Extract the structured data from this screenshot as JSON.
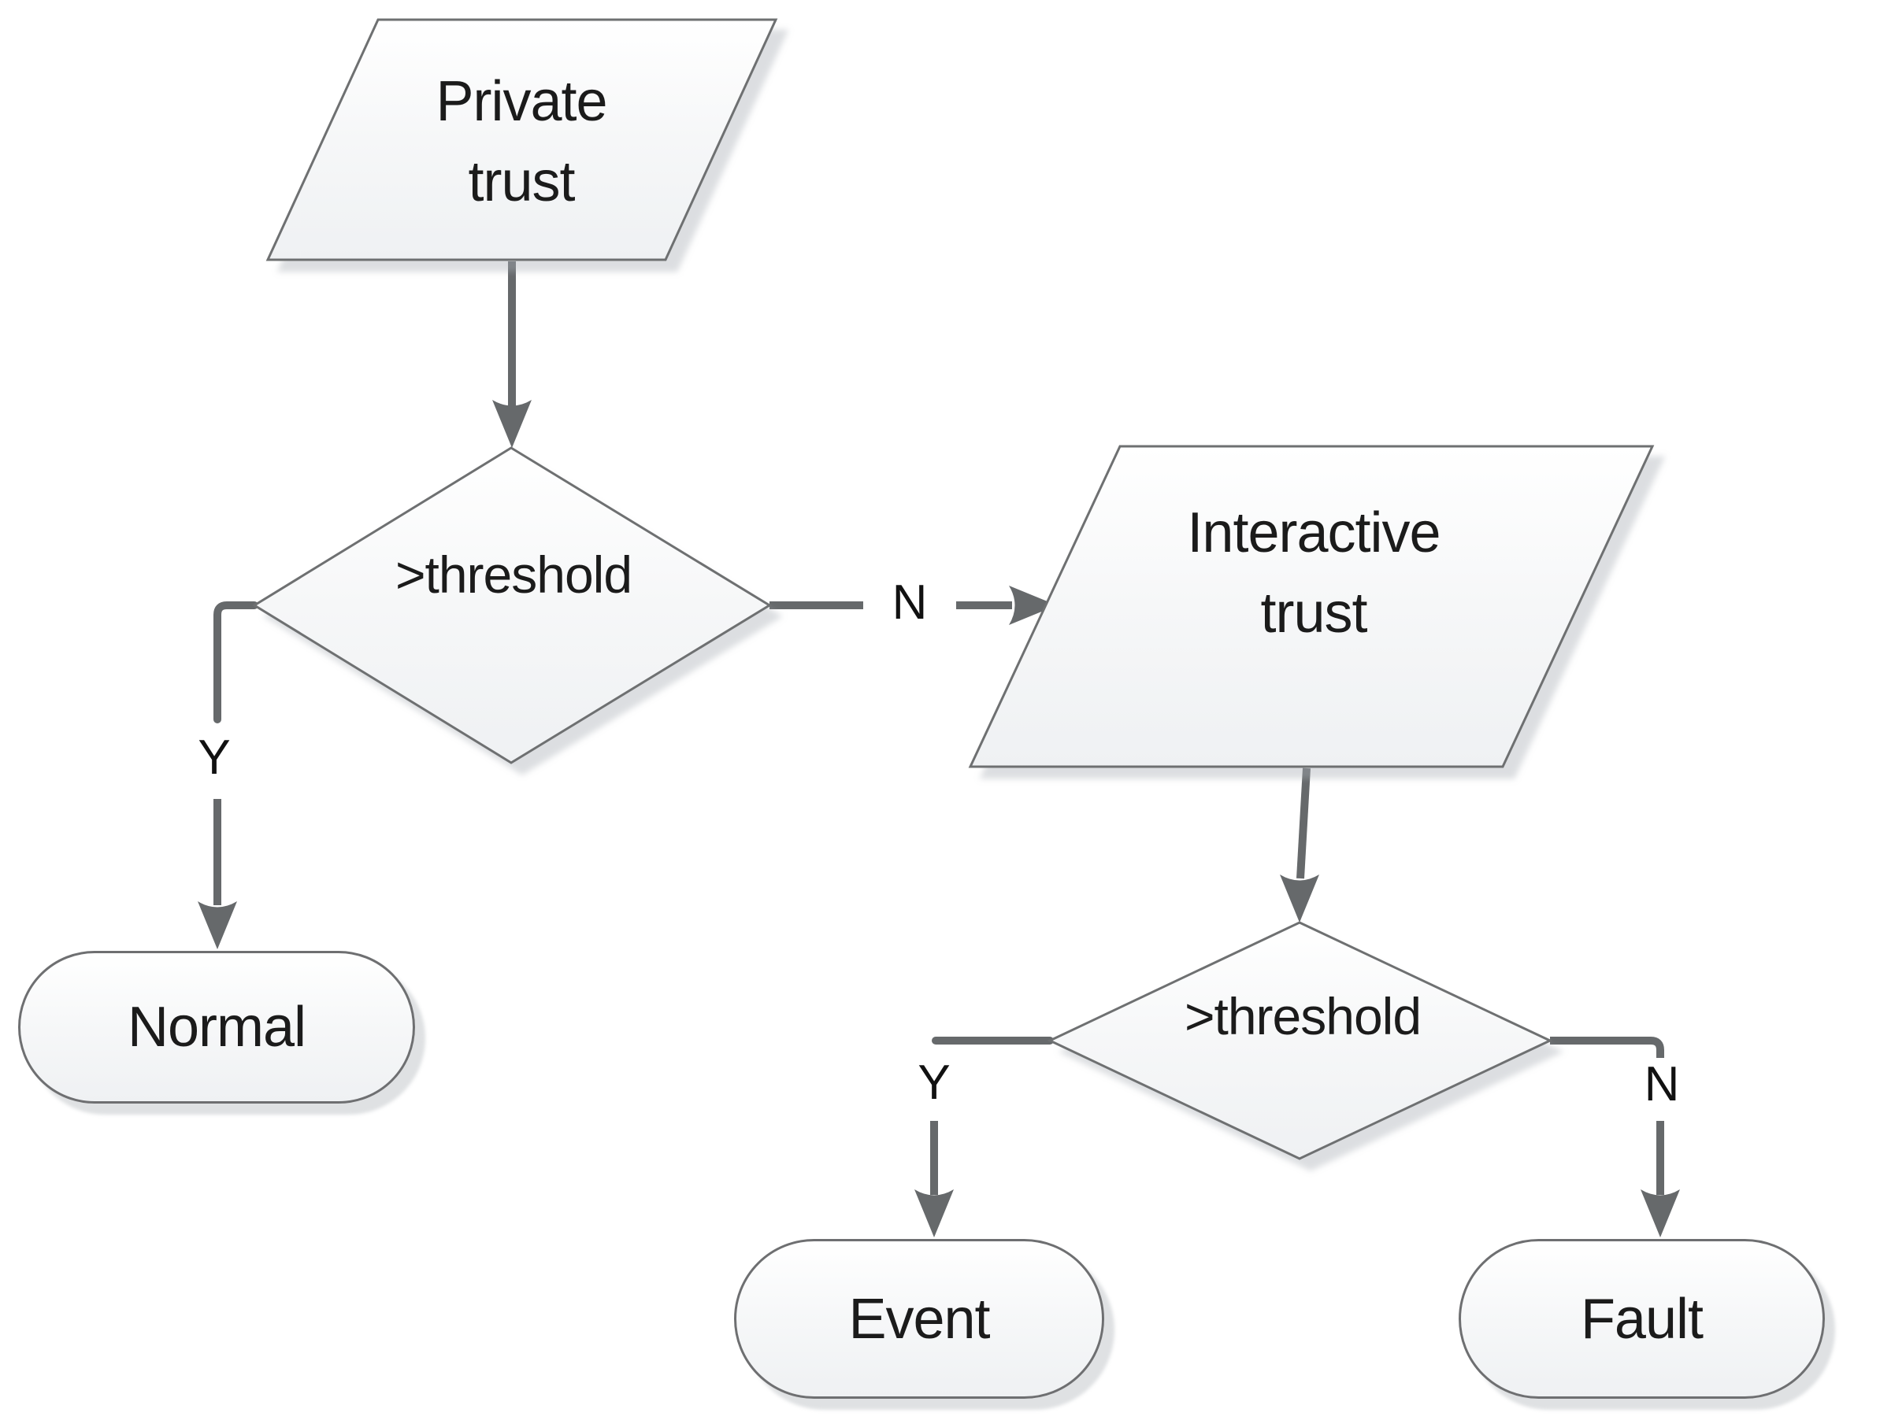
{
  "diagram": {
    "type": "flowchart",
    "nodes": {
      "private_trust": {
        "label": "Private trust",
        "shape": "parallelogram"
      },
      "private_threshold": {
        "label": ">threshold",
        "shape": "decision"
      },
      "interactive_trust": {
        "label": "Interactive trust",
        "shape": "parallelogram"
      },
      "interactive_threshold": {
        "label": ">threshold",
        "shape": "decision"
      },
      "normal": {
        "label": "Normal",
        "shape": "terminator"
      },
      "event": {
        "label": "Event",
        "shape": "terminator"
      },
      "fault": {
        "label": "Fault",
        "shape": "terminator"
      }
    },
    "edges": {
      "private_to_threshold": {
        "from": "private_trust",
        "to": "private_threshold"
      },
      "threshold1_yes": {
        "from": "private_threshold",
        "to": "normal",
        "label": "Y"
      },
      "threshold1_no": {
        "from": "private_threshold",
        "to": "interactive_trust",
        "label": "N"
      },
      "interactive_to_threshold": {
        "from": "interactive_trust",
        "to": "interactive_threshold"
      },
      "threshold2_yes": {
        "from": "interactive_threshold",
        "to": "event",
        "label": "Y"
      },
      "threshold2_no": {
        "from": "interactive_threshold",
        "to": "fault",
        "label": "N"
      }
    },
    "colors": {
      "background": "#ffffff",
      "shape_border": "#6e6f71",
      "shape_fill_top": "#ffffff",
      "shape_fill_bottom": "#eff1f3",
      "connector": "#66696b",
      "shadow": "#c4c7cd",
      "text": "#1b1b1b"
    }
  }
}
